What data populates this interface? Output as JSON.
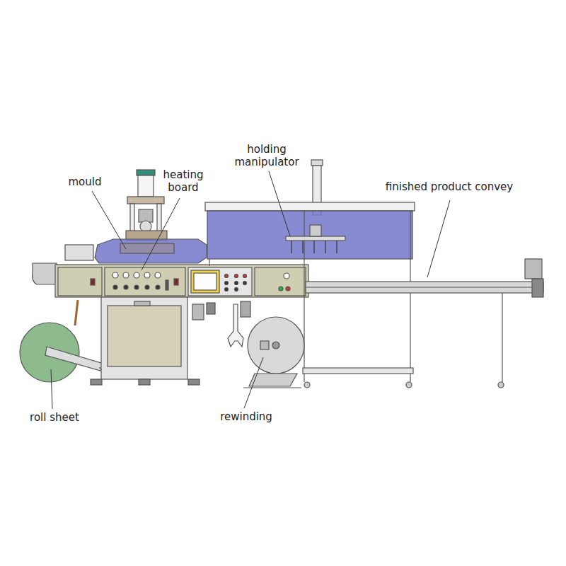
{
  "diagram": {
    "labels": [
      "mould",
      "heating board",
      "holding manipulator",
      "finished product convey",
      "roll sheet",
      "rewinding"
    ]
  }
}
